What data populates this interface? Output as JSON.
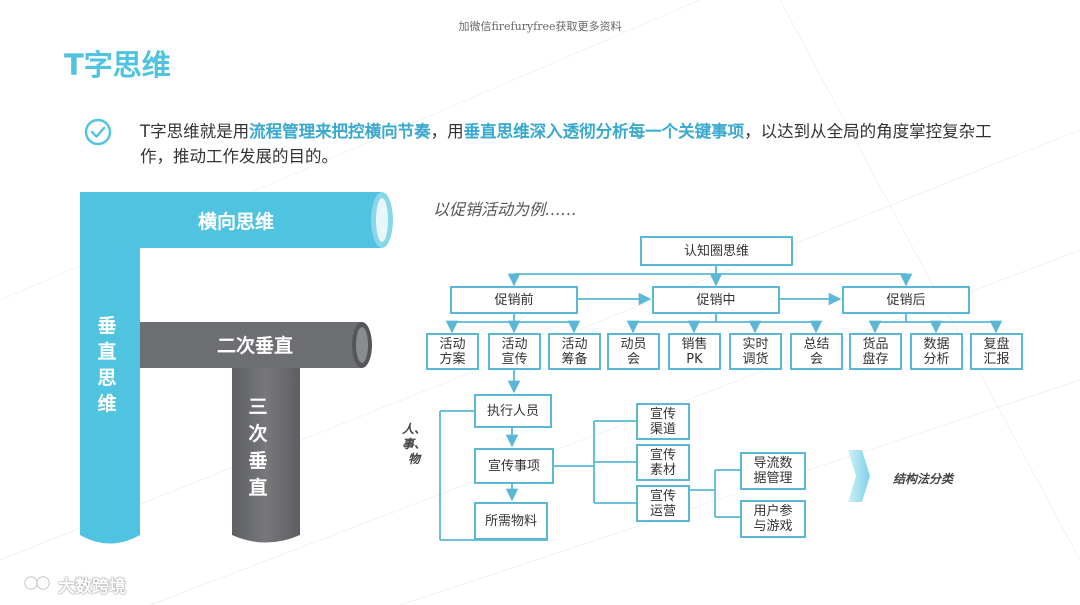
{
  "watermark": "加微信firefuryfree获取更多资料",
  "title": "T字思维",
  "intro": {
    "p1": "T字思维就是用",
    "h1": "流程管理来把控横向节奏",
    "p2": "，用",
    "h2": "垂直思维深入透彻分析每一个关键事项",
    "p3": "，以达到从全局的角度掌控复杂工作，推动工作发展的目的。"
  },
  "t_diagram": {
    "horizontal": "横向思维",
    "vertical": [
      "垂",
      "直",
      "思",
      "维"
    ],
    "second": "二次垂直",
    "third": [
      "三",
      "次",
      "垂",
      "直"
    ]
  },
  "example": "以促销活动为例……",
  "tree": {
    "root": "认知圈思维",
    "phases": [
      "促销前",
      "促销中",
      "促销后"
    ],
    "tasks": [
      [
        "活动",
        "方案"
      ],
      [
        "活动",
        "宣传"
      ],
      [
        "活动",
        "筹备"
      ],
      [
        "动员",
        "会"
      ],
      [
        "销售",
        "PK"
      ],
      [
        "实时",
        "调货"
      ],
      [
        "总结",
        "会"
      ],
      [
        "货品",
        "盘存"
      ],
      [
        "数据",
        "分析"
      ],
      [
        "复盘",
        "汇报"
      ]
    ],
    "level3": [
      "执行人员",
      "宣传事项",
      "所需物料"
    ],
    "level4": [
      [
        "宣传",
        "渠道"
      ],
      [
        "宣传",
        "素材"
      ],
      [
        "宣传",
        "运营"
      ]
    ],
    "level5": [
      [
        "导流数",
        "据管理"
      ],
      [
        "用户参",
        "与游戏"
      ]
    ],
    "side_label": [
      "人、",
      "事、",
      "物"
    ],
    "struct_label": "结构法分类"
  },
  "brand": "大数跨境",
  "colors": {
    "accent": "#4fc3e0",
    "box_border": "#5ab8d6",
    "pipe_gray": "#6d6e71"
  }
}
